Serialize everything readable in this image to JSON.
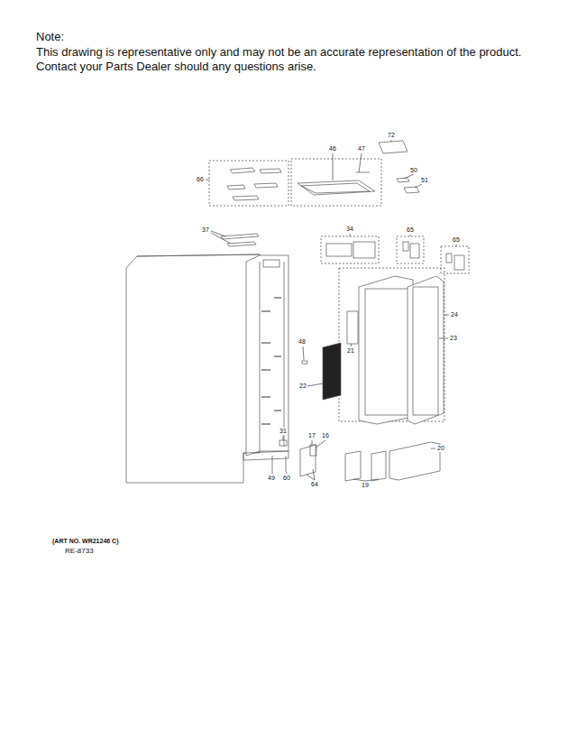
{
  "diagram": {
    "labels": [
      "Note:",
      "This drawing is representative only and may not be an accurate representation of the product.",
      "Contact your Parts Dealer should any questions arise.",
      "72",
      "46",
      "47",
      "66",
      "50",
      "51",
      "37",
      "34",
      "65",
      "65",
      "24",
      "23",
      "48",
      "21",
      "22",
      "31",
      "17",
      "16",
      "20",
      "49",
      "60",
      "64",
      "19",
      "(ART NO. WR21246 C)",
      "RE-8733"
    ]
  }
}
